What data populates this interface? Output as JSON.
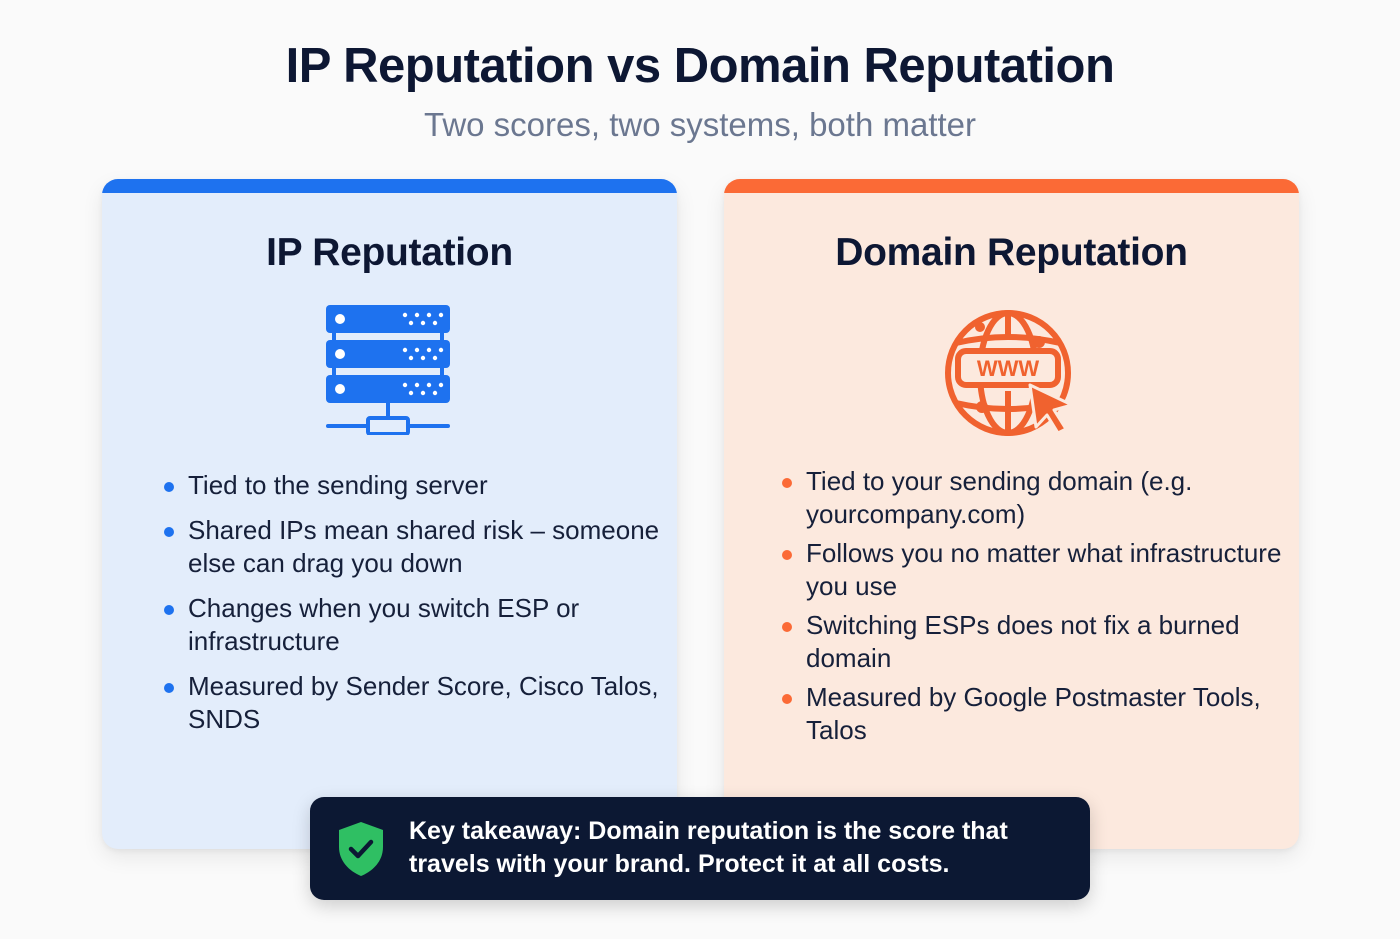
{
  "header": {
    "title": "IP Reputation vs Domain Reputation",
    "subtitle": "Two scores, two systems, both matter"
  },
  "cards": [
    {
      "title": "IP Reputation",
      "icon": "server-rack-icon",
      "accent_color": "#1e72ef",
      "background_color": "#e3edfb",
      "bullets": [
        "Tied to the sending server",
        "Shared IPs mean shared risk – someone else can drag you down",
        "Changes when you switch ESP or infrastructure",
        "Measured by Sender Score, Cisco Talos, SNDS"
      ]
    },
    {
      "title": "Domain Reputation",
      "icon": "globe-www-cursor-icon",
      "icon_text": "WWW",
      "accent_color": "#fb6a36",
      "background_color": "#fce9de",
      "bullets": [
        "Tied to your sending domain (e.g. yourcompany.com)",
        "Follows you no matter what infrastructure you use",
        "Switching ESPs does not fix a burned domain",
        "Measured by Google Postmaster Tools, Talos"
      ]
    }
  ],
  "takeaway": {
    "icon": "shield-check-icon",
    "icon_color": "#2fbf63",
    "background_color": "#0c1833",
    "text": "Key takeaway: Domain reputation is the score that travels with your brand. Protect it at all costs."
  }
}
